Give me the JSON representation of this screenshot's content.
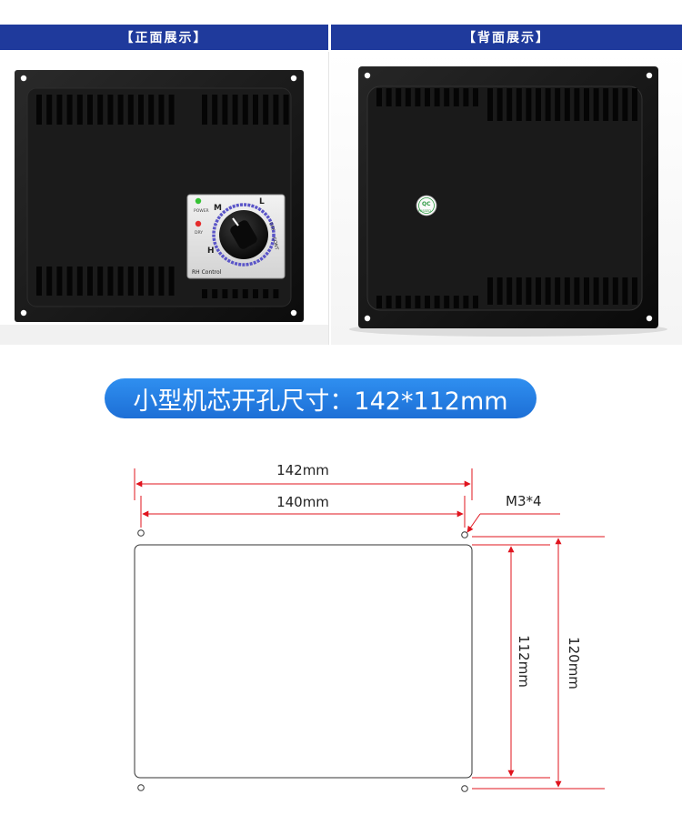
{
  "headers": {
    "front": "【正面展示】",
    "back": "【背面展示】"
  },
  "controller": {
    "indicator_power": "POWER",
    "indicator_dry": "DRY",
    "knob_l": "L",
    "knob_m": "M",
    "knob_h": "H",
    "knob_off": "OFF",
    "knob_cont": "CONT",
    "brand": "RH Control"
  },
  "qc_sticker": {
    "top": "QC",
    "bottom": "PASSED"
  },
  "cutout_title": "小型机芯开孔尺寸：142*112mm",
  "drawing": {
    "dim_142": "142mm",
    "dim_140": "140mm",
    "screw": "M3*4",
    "dim_112": "112mm",
    "dim_120": "120mm"
  },
  "colors": {
    "header_bar": "#1f3a9c",
    "pill": "#1d6fd6",
    "dimension_lines": "#e0141e",
    "knob_ring": "#5a55c8"
  }
}
